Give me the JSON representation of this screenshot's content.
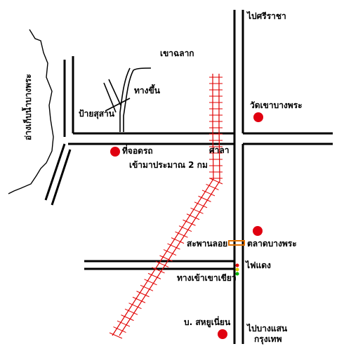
{
  "map": {
    "colors": {
      "road": "#000000",
      "railway": "#e00000",
      "landmark": "#e00010",
      "bridge": "#e07000",
      "light_red": "#e00000",
      "light_yellow": "#e0d000",
      "light_green": "#00b000"
    },
    "labels": {
      "to_sriracha": "ไปศรีราชา",
      "khao_lak": "เขาฉลาก",
      "reservoir": "อ่างเก็บน้ำบางพระ",
      "uphill_path": "ทางขึ้น",
      "cemetery_sign": "ป้ายสุสาน",
      "wat": "วัดเขาบางพระ",
      "parking": "ที่จอดรถ",
      "sala": "ศาลา",
      "distance": "เข้ามาประมาณ 2 กม",
      "bridge": "สะพานลอย",
      "market": "ตลาดบางพระ",
      "traffic_light": "ไฟแดง",
      "khao_khiao_road": "ทางเข้าเขาเขียว",
      "bus_station": "บ. สหยูเนี่ยน",
      "to_bang_saen": "ไปบางแสน",
      "bangkok": "กรุงเทพ"
    }
  }
}
